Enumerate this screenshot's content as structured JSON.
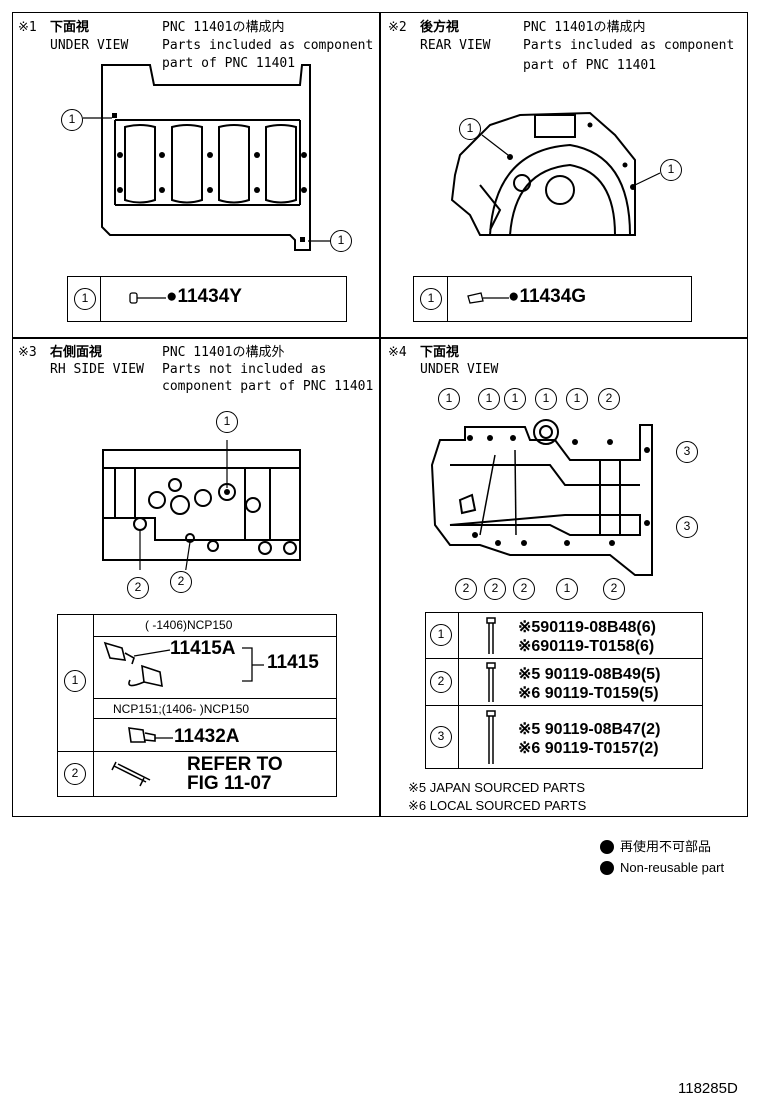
{
  "panels": {
    "p1": {
      "mark": "※1",
      "title_jp": "下面視",
      "title_en": "UNDER VIEW",
      "pnc": "PNC 11401の構成内",
      "note1": "Parts included as component",
      "note2": "part of PNC 11401"
    },
    "p2": {
      "mark": "※2",
      "title_jp": "後方視",
      "title_en": "REAR VIEW",
      "pnc": "PNC 11401の構成内",
      "note1": "Parts included as component",
      "note2": "part of PNC 11401"
    },
    "p3": {
      "mark": "※3",
      "title_jp": "右側面視",
      "title_en": "RH SIDE VIEW",
      "pnc": "PNC 11401の構成外",
      "note1": "Parts not included as",
      "note2": "component part of PNC 11401"
    },
    "p4": {
      "mark": "※4",
      "title_jp": "下面視",
      "title_en": "UNDER VIEW"
    }
  },
  "callouts": {
    "c1": "1",
    "c2": "2",
    "c3": "3"
  },
  "parts": {
    "p1_part": "●11434Y",
    "p2_part": "●11434G",
    "p3_row1_cond": "(     -1406)NCP150",
    "p3_row1_a": "11415A",
    "p3_row1_b": "11415",
    "p3_row1_cond2": "NCP151;(1406-       )NCP150",
    "p3_row1_c": "11432A",
    "p3_row2_a": "REFER TO",
    "p3_row2_b": "FIG 11-07",
    "p4_r1a": "※590119-08B48(6)",
    "p4_r1b": "※690119-T0158(6)",
    "p4_r2a": "※5 90119-08B49(5)",
    "p4_r2b": "※6 90119-T0159(5)",
    "p4_r3a": "※5 90119-08B47(2)",
    "p4_r3b": "※6 90119-T0157(2)"
  },
  "notes": {
    "n5": "※5 JAPAN SOURCED PARTS",
    "n6": "※6 LOCAL SOURCED PARTS"
  },
  "legend": {
    "jp": "再使用不可部品",
    "en": "Non-reusable part"
  },
  "figure_id": "118285D"
}
